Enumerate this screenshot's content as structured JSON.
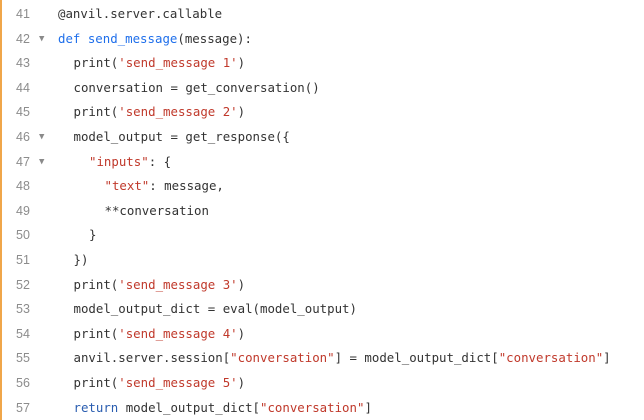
{
  "editor": {
    "accent_color": "#f0a64a",
    "lines": [
      {
        "num": "41",
        "fold": false,
        "parts": [
          {
            "t": "@anvil.server.callable",
            "c": "plain"
          }
        ],
        "indent": 0
      },
      {
        "num": "42",
        "fold": true,
        "parts": [
          {
            "t": "def ",
            "c": "kw"
          },
          {
            "t": "send_message",
            "c": "fn"
          },
          {
            "t": "(message):",
            "c": "plain"
          }
        ],
        "indent": 0
      },
      {
        "num": "43",
        "fold": false,
        "parts": [
          {
            "t": "print(",
            "c": "plain"
          },
          {
            "t": "'send_message 1'",
            "c": "str"
          },
          {
            "t": ")",
            "c": "plain"
          }
        ],
        "indent": 1
      },
      {
        "num": "44",
        "fold": false,
        "parts": [
          {
            "t": "conversation = get_conversation()",
            "c": "plain"
          }
        ],
        "indent": 1
      },
      {
        "num": "45",
        "fold": false,
        "parts": [
          {
            "t": "print(",
            "c": "plain"
          },
          {
            "t": "'send_message 2'",
            "c": "str"
          },
          {
            "t": ")",
            "c": "plain"
          }
        ],
        "indent": 1
      },
      {
        "num": "46",
        "fold": true,
        "parts": [
          {
            "t": "model_output = get_response({",
            "c": "plain"
          }
        ],
        "indent": 1
      },
      {
        "num": "47",
        "fold": true,
        "parts": [
          {
            "t": "\"inputs\"",
            "c": "str"
          },
          {
            "t": ": {",
            "c": "plain"
          }
        ],
        "indent": 2
      },
      {
        "num": "48",
        "fold": false,
        "parts": [
          {
            "t": "\"text\"",
            "c": "str"
          },
          {
            "t": ": message,",
            "c": "plain"
          }
        ],
        "indent": 3
      },
      {
        "num": "49",
        "fold": false,
        "parts": [
          {
            "t": "**conversation",
            "c": "plain"
          }
        ],
        "indent": 3
      },
      {
        "num": "50",
        "fold": false,
        "parts": [
          {
            "t": "}",
            "c": "plain"
          }
        ],
        "indent": 2
      },
      {
        "num": "51",
        "fold": false,
        "parts": [
          {
            "t": "})",
            "c": "plain"
          }
        ],
        "indent": 1
      },
      {
        "num": "52",
        "fold": false,
        "parts": [
          {
            "t": "print(",
            "c": "plain"
          },
          {
            "t": "'send_message 3'",
            "c": "str"
          },
          {
            "t": ")",
            "c": "plain"
          }
        ],
        "indent": 1
      },
      {
        "num": "53",
        "fold": false,
        "parts": [
          {
            "t": "model_output_dict = eval(model_output)",
            "c": "plain"
          }
        ],
        "indent": 1
      },
      {
        "num": "54",
        "fold": false,
        "parts": [
          {
            "t": "print(",
            "c": "plain"
          },
          {
            "t": "'send_message 4'",
            "c": "str"
          },
          {
            "t": ")",
            "c": "plain"
          }
        ],
        "indent": 1
      },
      {
        "num": "55",
        "fold": false,
        "parts": [
          {
            "t": "anvil.server.session[",
            "c": "plain"
          },
          {
            "t": "\"conversation\"",
            "c": "str"
          },
          {
            "t": "] = model_output_dict[",
            "c": "plain"
          },
          {
            "t": "\"conversation\"",
            "c": "str"
          },
          {
            "t": "]",
            "c": "plain"
          }
        ],
        "indent": 1
      },
      {
        "num": "56",
        "fold": false,
        "parts": [
          {
            "t": "print(",
            "c": "plain"
          },
          {
            "t": "'send_message 5'",
            "c": "str"
          },
          {
            "t": ")",
            "c": "plain"
          }
        ],
        "indent": 1
      },
      {
        "num": "57",
        "fold": false,
        "parts": [
          {
            "t": "return ",
            "c": "kwr"
          },
          {
            "t": "model_output_dict[",
            "c": "plain"
          },
          {
            "t": "\"conversation\"",
            "c": "str"
          },
          {
            "t": "]",
            "c": "plain"
          }
        ],
        "indent": 1
      }
    ]
  }
}
